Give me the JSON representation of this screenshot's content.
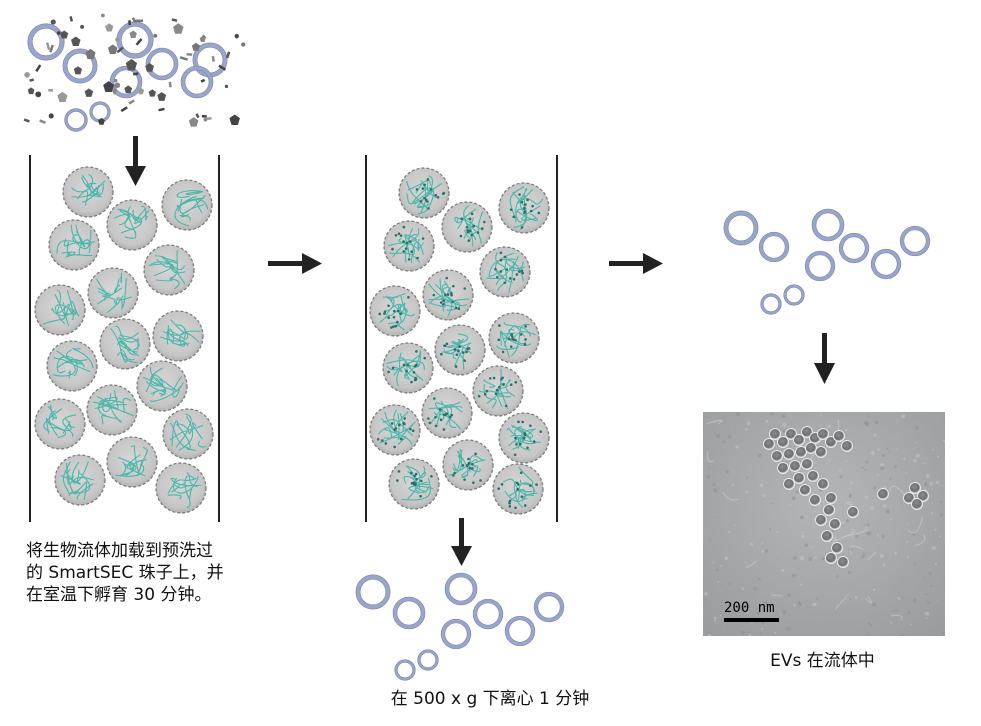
{
  "captions": {
    "step1": [
      "将生物流体加载到预洗过",
      "的 SmartSEC 珠子上，并",
      "在室温下孵育 30 分钟。"
    ],
    "step2": "在 500 x g 下离心 1 分钟",
    "step3": "EVs 在流体中"
  },
  "tem_image": {
    "scale_bar_label": "200 nm"
  },
  "icons": {
    "vesicle": "vesicle-icon",
    "bead": "bead-icon",
    "arrow": "arrow-icon",
    "contaminant": "protein-particle-icon"
  },
  "colors": {
    "vesicle_ring": "#9aa6c8",
    "bead_fill": "#c9c9c9",
    "bead_fiber": "#3fb3a6",
    "arrow": "#222222",
    "column_wall": "#222222",
    "tem_background": "#a7a9ab"
  }
}
